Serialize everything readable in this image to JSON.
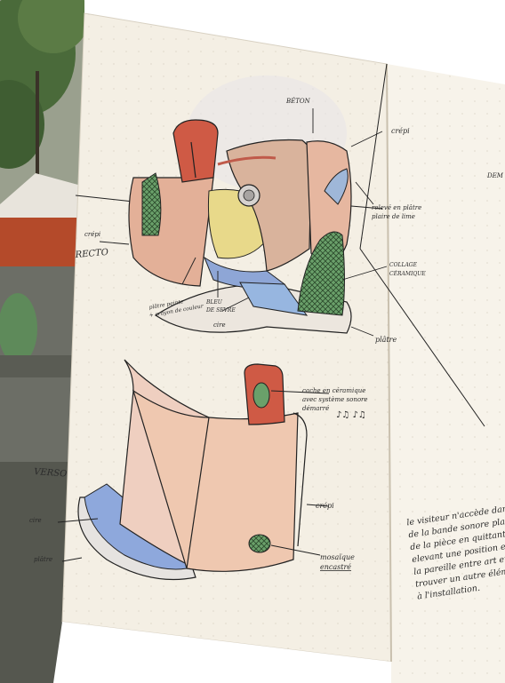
{
  "image": {
    "description_labels": {
      "recto_title": "RECTO",
      "verso_title": "VERSO",
      "right_page_heading": "DEM"
    },
    "recto_annotations": {
      "beton": "BÉTON",
      "crepi_top": "crépi",
      "crepi_left": "crépi",
      "relevé_line1": "relevé en plâtre",
      "relevé_line2": "plaire de lime",
      "collage_line1": "COLLAGE",
      "collage_line2": "CÉRAMIQUE",
      "platre_bottom": "plâtre",
      "plaque_line1": "plâtre peinte",
      "plaque_line2": "+ crayon de couleur",
      "bleu_line1": "BLEU",
      "bleu_line2": "DE SEVRE",
      "cire": "cire"
    },
    "verso_annotations": {
      "cache_line1": "cache en céramique",
      "cache_line2": "avec système sonore",
      "cache_line3": "démarré",
      "notes": "♪♫ ♪♫",
      "crepi": "crépi",
      "cire": "cire",
      "platre": "plâtre",
      "mosaique_line1": "mosaïque",
      "mosaique_line2": "encastré"
    },
    "right_page_note": [
      "le visiteur n'accède dans",
      "de la bande sonore plan",
      "de la pièce en quittant",
      "elevant une position en",
      "la pareille entre art et",
      "trouver un autre élément",
      "à l'installation."
    ]
  }
}
